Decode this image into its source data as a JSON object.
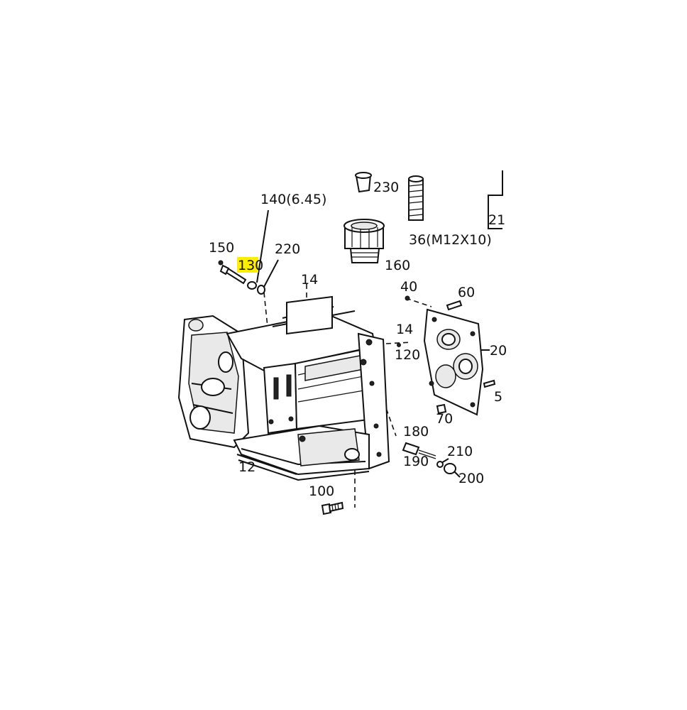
{
  "callouts": {
    "c150": "150",
    "c130": "130",
    "c140": "140(6.45)",
    "c220": "220",
    "c14a": "14",
    "c230": "230",
    "c36": "36(M12X10)",
    "c160": "160",
    "c21": "21",
    "c40": "40",
    "c60": "60",
    "c14b": "14",
    "c120": "120",
    "c20": "20",
    "c5": "5",
    "c70": "70",
    "c180": "180",
    "c190": "190",
    "c210": "210",
    "c200": "200",
    "c12": "12",
    "c100": "100"
  },
  "highlight": {
    "part": "130",
    "color": "#ffee00"
  },
  "line_color": "#111111"
}
